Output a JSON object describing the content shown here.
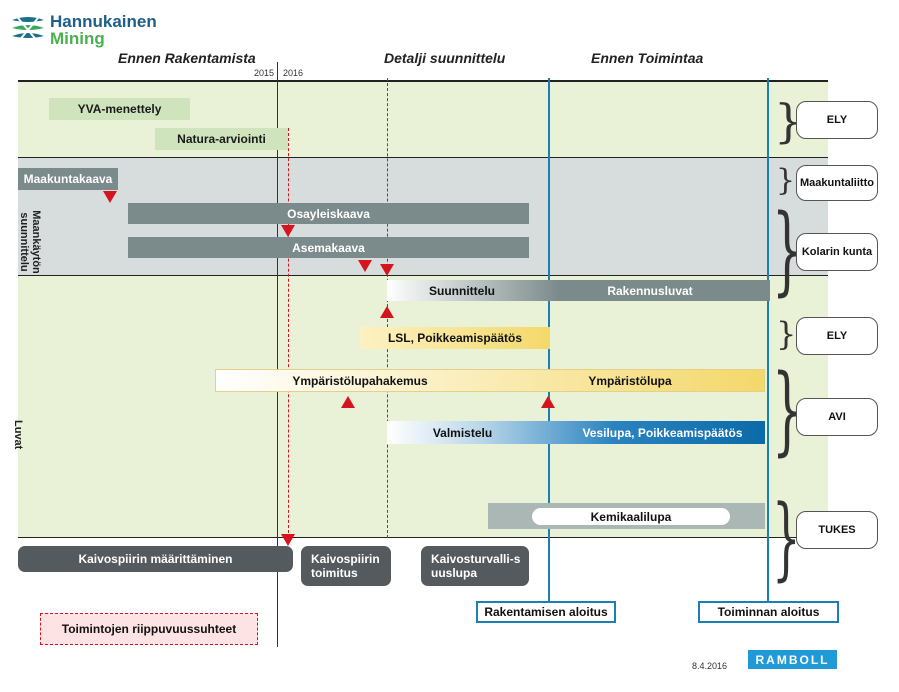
{
  "logo": {
    "line1": "Hannukainen",
    "line2": "Mining"
  },
  "phases": {
    "before_construction": "Ennen Rakentamista",
    "detailed_design": "Detalji suunnittelu",
    "before_operation": "Ennen Toimintaa"
  },
  "years": {
    "y2015": "2015",
    "y2016": "2016"
  },
  "row_labels": {
    "land_use": "Maankäytön suunnittelu",
    "permits": "Luvat"
  },
  "bars": {
    "yva": "YVA-menettely",
    "natura": "Natura-arviointi",
    "maakuntakaava": "Maakuntakaava",
    "osayleiskaava": "Osayleiskaava",
    "asemakaava": "Asemakaava",
    "suunnittelu": "Suunnittelu",
    "rakennusluvat": "Rakennusluvat",
    "lsl": "LSL, Poikkeamispäätös",
    "ymparistolupahakemus": "Ympäristölupahakemus",
    "ymparistolupa": "Ympäristölupa",
    "valmistelu": "Valmistelu",
    "vesilupa": "Vesilupa, Poikkeamispäätös",
    "kemikaalilupa": "Kemikaalilupa"
  },
  "bottom_pills": {
    "kaivospiiri_maarittaminen": "Kaivospiirin määrittäminen",
    "kaivospiiri_toimitus": "Kaivospiirin toimitus",
    "kaivosturvallisuuslupa": "Kaivosturvalli-suuslupa"
  },
  "authorities": {
    "ely1": "ELY",
    "maakuntaliitto": "Maakuntaliitto",
    "kolari": "Kolarin kunta",
    "ely2": "ELY",
    "avi": "AVI",
    "tukes": "TUKES"
  },
  "milestones": {
    "construction_start": "Rakentamisen aloitus",
    "operation_start": "Toiminnan aloitus"
  },
  "legend": {
    "dependencies": "Toimintojen riippuvuussuhteet"
  },
  "footer": {
    "date": "8.4.2016",
    "brand": "RAMBOLL"
  },
  "colors": {
    "green_band": "#e9f1d6",
    "grey_band": "#d7dcdd",
    "grey_bar": "#7b8a8b",
    "arrow_red": "#d6141e",
    "milestone_blue": "#1a7fb5",
    "ramboll_blue": "#1f9ad6"
  }
}
